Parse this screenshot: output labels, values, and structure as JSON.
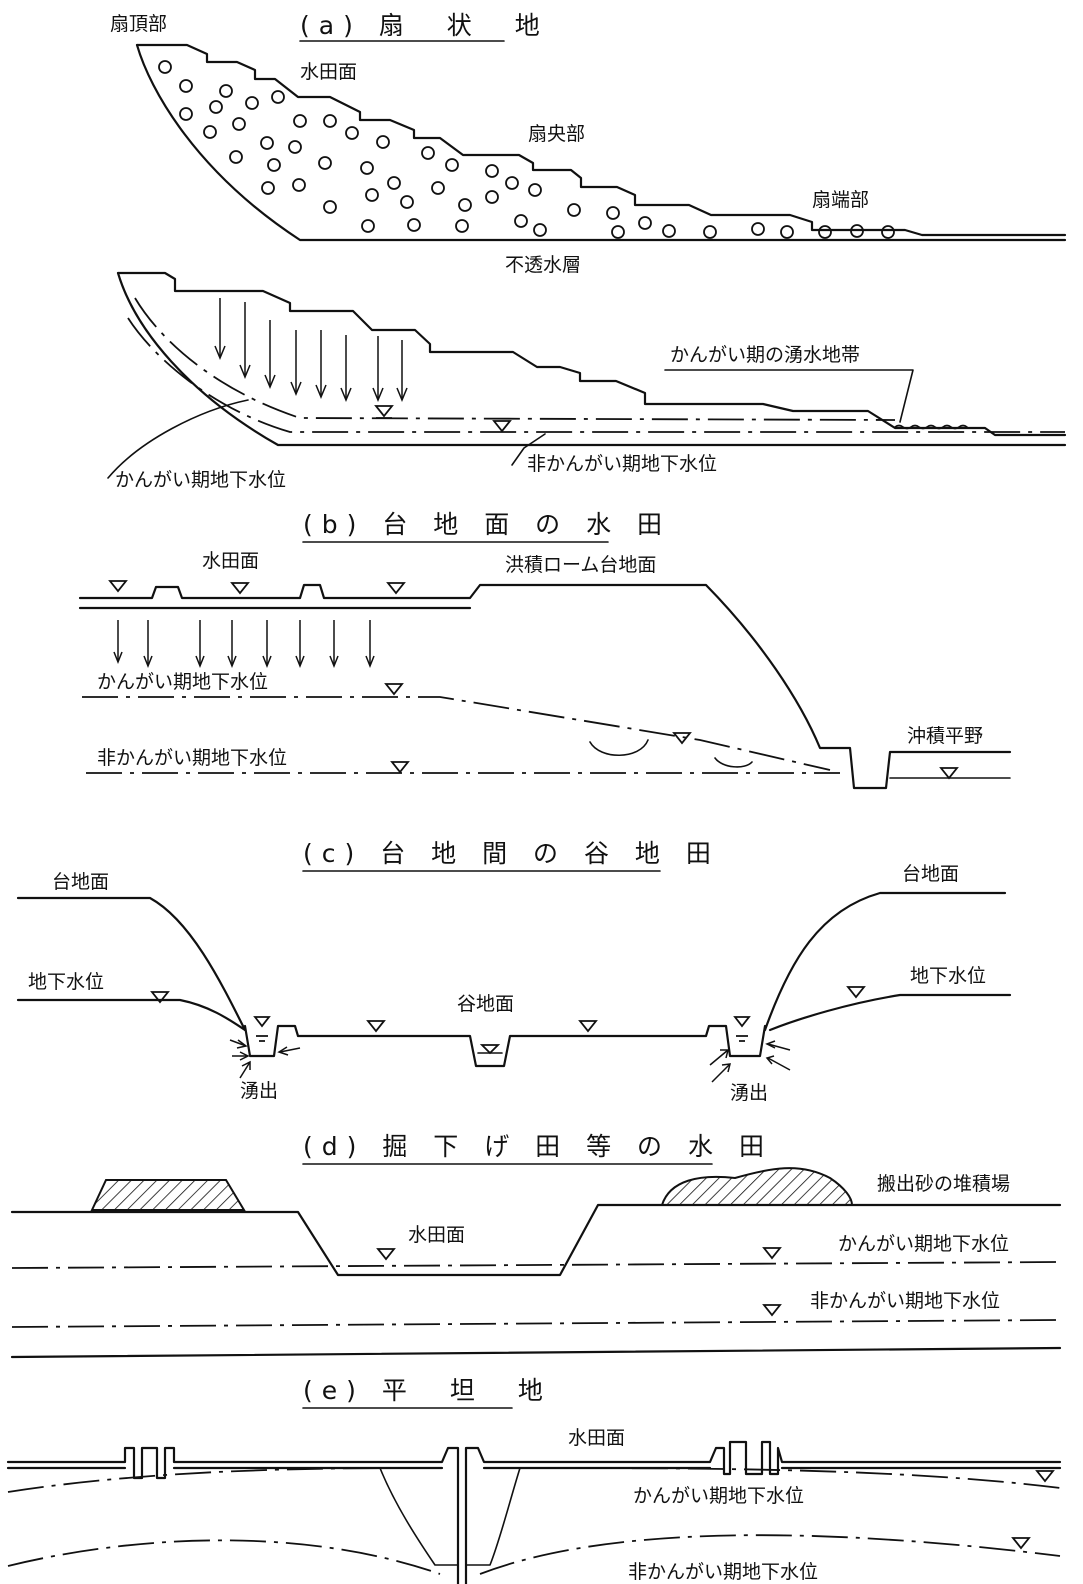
{
  "colors": {
    "ink": "#111111",
    "paper": "#ffffff"
  },
  "a": {
    "title": "(a) 扇　状　地",
    "apex": "扇頂部",
    "paddy_surface": "水田面",
    "middle": "扇央部",
    "toe": "扇端部",
    "impermeable": "不透水層",
    "spring_zone": "かんがい期の湧水地帯",
    "irrigation_gw": "かんがい期地下水位",
    "non_irrigation_gw": "非かんがい期地下水位"
  },
  "b": {
    "title": "(b) 台 地 面 の 水 田",
    "paddy_surface": "水田面",
    "loam_surface": "洪積ローム台地面",
    "irrigation_gw": "かんがい期地下水位",
    "non_irrigation_gw": "非かんがい期地下水位",
    "alluvial_plain": "沖積平野"
  },
  "c": {
    "title": "(c) 台 地 間 の 谷 地 田",
    "upland_left": "台地面",
    "upland_right": "台地面",
    "gw_left": "地下水位",
    "gw_right": "地下水位",
    "valley_surface": "谷地面",
    "seepage_left": "湧出",
    "seepage_right": "湧出"
  },
  "d": {
    "title": "(d) 掘 下 げ 田 等 の 水 田",
    "sand_pile": "搬出砂の堆積場",
    "paddy_surface": "水田面",
    "irrigation_gw": "かんがい期地下水位",
    "non_irrigation_gw": "非かんがい期地下水位"
  },
  "e": {
    "title": "(e) 平　坦　地",
    "paddy_surface": "水田面",
    "irrigation_gw": "かんがい期地下水位",
    "non_irrigation_gw": "非かんがい期地下水位"
  }
}
